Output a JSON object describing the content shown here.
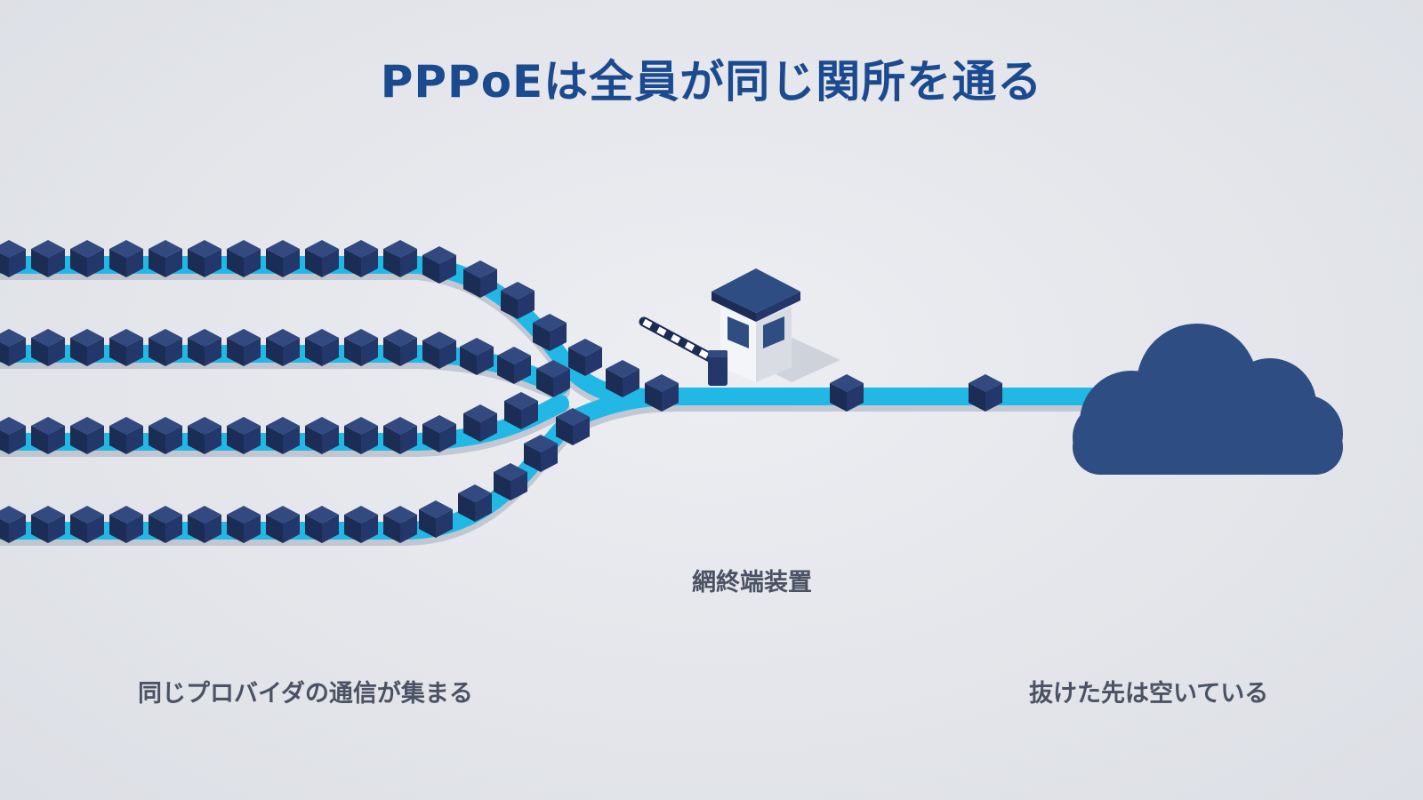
{
  "title": "PPPoEは全員が同じ関所を通る",
  "labels": {
    "gateway": "網終端装置",
    "left": "同じプロバイダの通信が集まる",
    "right": "抜けた先は空いている"
  },
  "colors": {
    "accent": "#1b4a8f",
    "road": "#22b8e6",
    "packet": "#22376b",
    "cloud": "#2e4d82"
  },
  "icons": {
    "gateway": "toll-booth-icon",
    "internet": "cloud-icon"
  }
}
